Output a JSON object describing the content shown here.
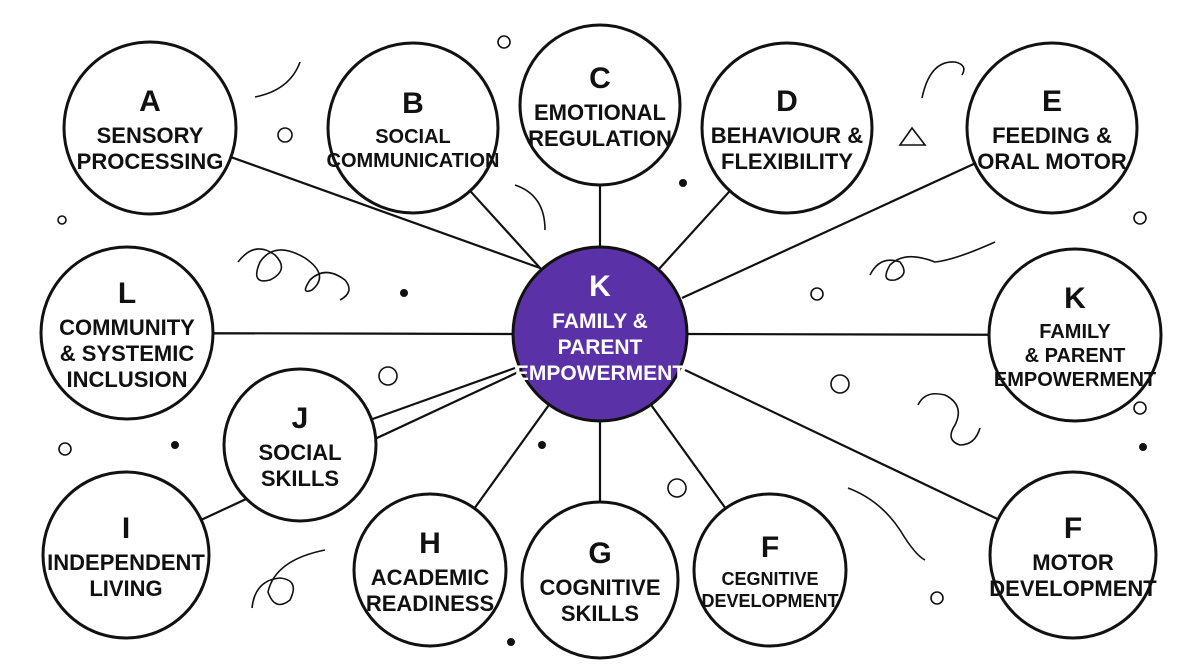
{
  "diagram": {
    "center": {
      "letter": "K",
      "lines": [
        "FAMILY &",
        "PARENT",
        "EMPOWERMENT"
      ],
      "color": "#5b31a8"
    },
    "nodes": [
      {
        "id": "a",
        "letter": "A",
        "lines": [
          "SENSORY",
          "PROCESSING"
        ]
      },
      {
        "id": "b",
        "letter": "B",
        "lines": [
          "SOCIAL",
          "COMMUNICATION"
        ]
      },
      {
        "id": "c",
        "letter": "C",
        "lines": [
          "EMOTIONAL",
          "REGULATION"
        ]
      },
      {
        "id": "d",
        "letter": "D",
        "lines": [
          "BEHAVIOUR &",
          "FLEXIBILITY"
        ]
      },
      {
        "id": "e",
        "letter": "E",
        "lines": [
          "FEEDING &",
          "ORAL MOTOR"
        ]
      },
      {
        "id": "l",
        "letter": "L",
        "lines": [
          "COMMUNITY",
          "& SYSTEMIC",
          "INCLUSION"
        ]
      },
      {
        "id": "k2",
        "letter": "K",
        "lines": [
          "FAMILY",
          "& PARENT",
          "EMPOWERMENT"
        ]
      },
      {
        "id": "j",
        "letter": "J",
        "lines": [
          "SOCIAL",
          "SKILLS"
        ]
      },
      {
        "id": "i",
        "letter": "I",
        "lines": [
          "INDEPENDENT",
          "LIVING"
        ]
      },
      {
        "id": "h",
        "letter": "H",
        "lines": [
          "ACADEMIC",
          "READINESS"
        ]
      },
      {
        "id": "g",
        "letter": "G",
        "lines": [
          "COGNITIVE",
          "SKILLS"
        ]
      },
      {
        "id": "f1",
        "letter": "F",
        "lines": [
          "CEGNITIVE",
          "DEVELOPMENT"
        ]
      },
      {
        "id": "f2",
        "letter": "F",
        "lines": [
          "MOTOR",
          "DEVELOPMENT"
        ]
      }
    ]
  }
}
